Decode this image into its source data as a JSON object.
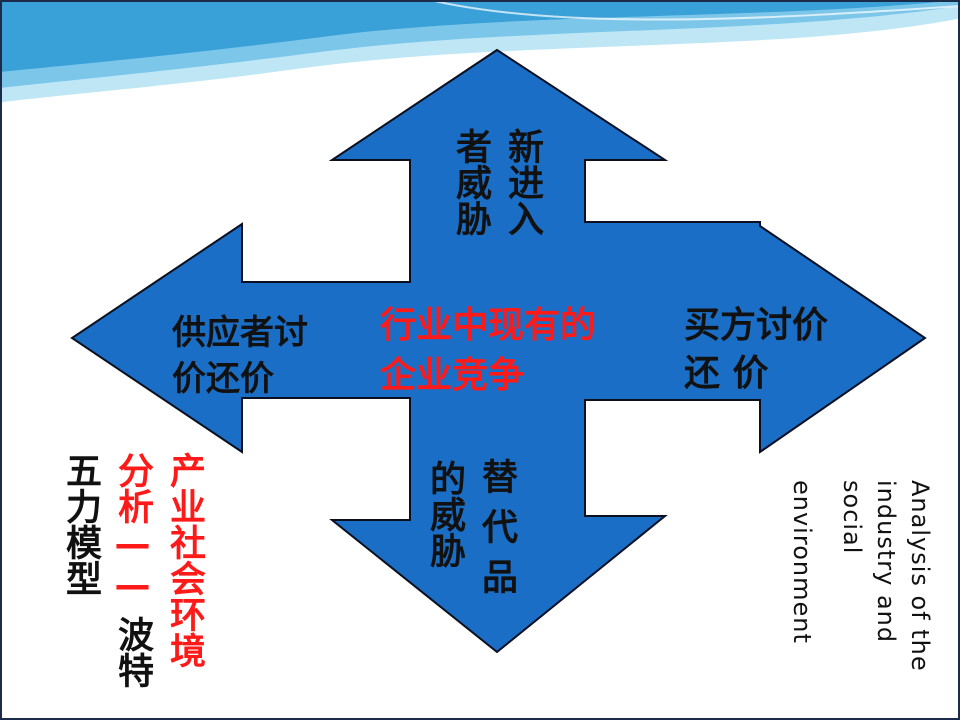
{
  "colors": {
    "arrow_fill": "#1a6ec5",
    "arrow_stroke": "#0a1020",
    "black_text": "#111111",
    "red_text": "#ff1a1a",
    "wave_dark": "#3aa0d8",
    "wave_light": "#bfe6f5",
    "border": "#1b2b4a"
  },
  "diagram": {
    "top": {
      "col_right": "新进入",
      "col_left": "者威胁"
    },
    "bottom": {
      "col_right": "替代品",
      "col_left": "的威胁"
    },
    "left": {
      "line1": "供应者讨",
      "line2": "价还价"
    },
    "right": {
      "line1": "买方讨价",
      "line2": "还 价"
    },
    "center": {
      "line1": "行业中现有的",
      "line2": "企业竞争"
    }
  },
  "side_labels": {
    "col1": "五力模型",
    "col2_red": "分析——",
    "col2_black": "波特",
    "col3": "产业社会环境",
    "english": [
      "Analysis of the",
      "industry and",
      "social",
      "environment"
    ]
  },
  "icons": {
    "arrow": "four-way-arrow-shape",
    "header": "wave-decoration"
  }
}
